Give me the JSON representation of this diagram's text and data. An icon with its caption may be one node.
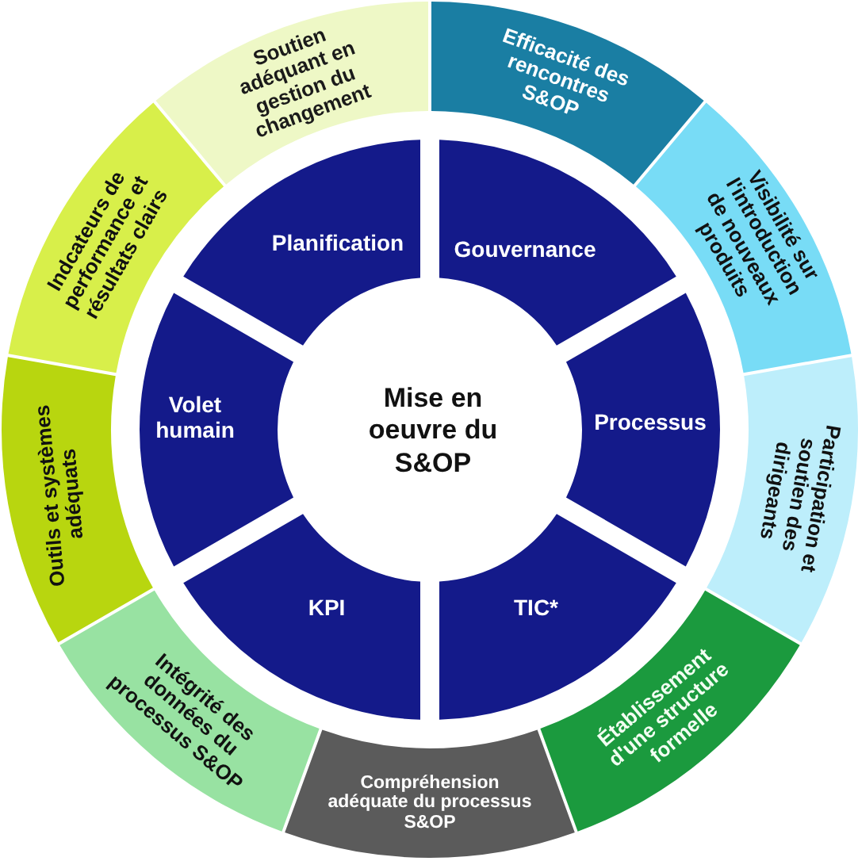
{
  "diagram": {
    "nodes": [
      {
        "text": [
          "Mise en oeuvre du S&OP"
        ]
      },
      {
        "text": [
          "Planification"
        ]
      },
      {
        "text": [
          "Gouvernance"
        ]
      },
      {
        "text": [
          "Processus"
        ]
      },
      {
        "text": [
          "TIC*"
        ]
      },
      {
        "text": [
          "KPI"
        ]
      },
      {
        "text": [
          "Volet humain"
        ]
      },
      {
        "text": [
          "Soutien adéquant en gestion du changement"
        ]
      },
      {
        "text": [
          "Efficacité des rencontres S&OP"
        ]
      },
      {
        "text": [
          "Visibilité sur l'introduction de nouveaux produits"
        ]
      },
      {
        "text": [
          "Participation et soutien des dirigeants"
        ]
      },
      {
        "text": [
          "Établissement d'une structure formelle"
        ]
      },
      {
        "text": [
          "Compréhension adéquate du processus S&OP"
        ]
      },
      {
        "text": [
          "Intégrité des données du processus S&OP"
        ]
      },
      {
        "text": [
          "Outils et systèmes adéquats"
        ]
      },
      {
        "text": [
          "Indcateurs de performance et résultats clairs"
        ]
      }
    ]
  }
}
